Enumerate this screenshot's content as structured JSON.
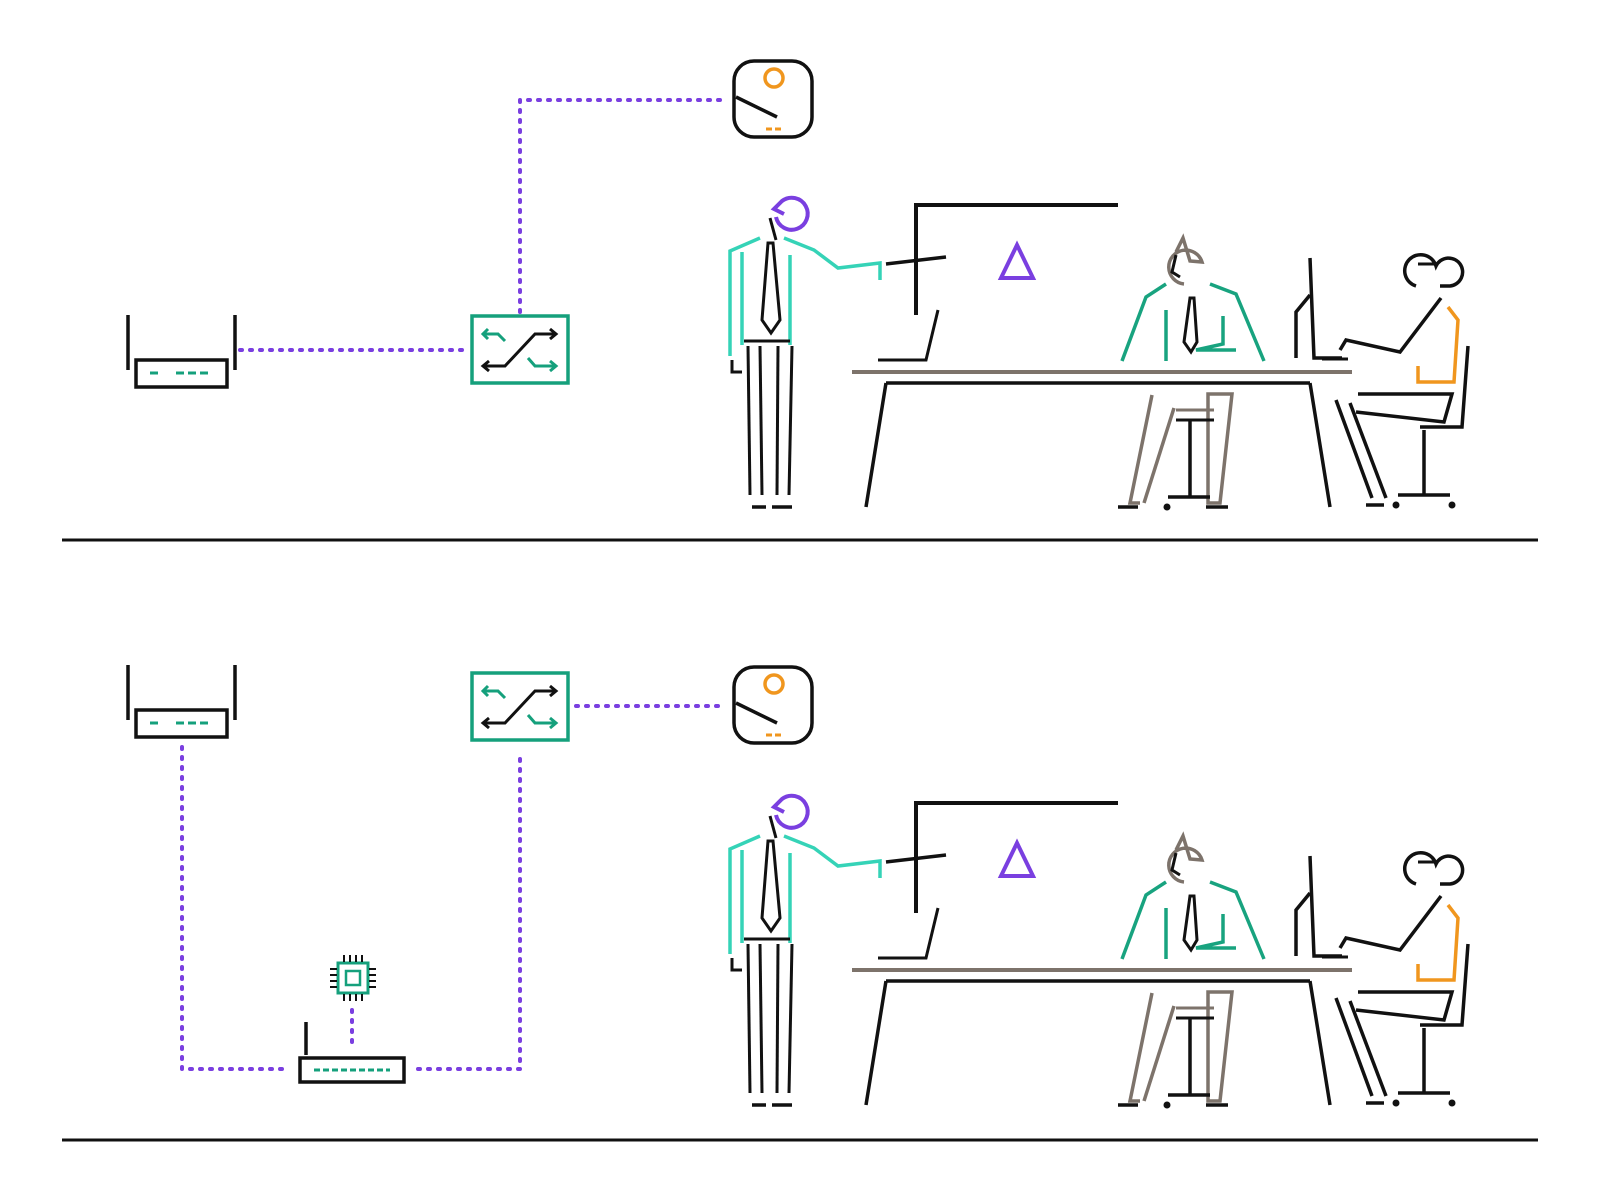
{
  "colors": {
    "line": "#111111",
    "link": "#7a3fe0",
    "switch": "#15a07c",
    "teal": "#35d3b7",
    "green": "#18a37f",
    "purple": "#7a3fe0",
    "orange": "#f0961e",
    "taupe": "#7d736b"
  },
  "icons": {
    "router": "wifi-router-icon",
    "switch": "network-switch-icon",
    "camera": "security-camera-icon",
    "chip": "processor-chip-icon",
    "extender": "network-extender-icon"
  },
  "panels": [
    {
      "name": "direct-connection",
      "devices": [
        "wifi-router",
        "network-switch",
        "security-camera"
      ],
      "links": [
        [
          "wifi-router",
          "network-switch"
        ],
        [
          "network-switch",
          "security-camera"
        ]
      ]
    },
    {
      "name": "extended-connection",
      "devices": [
        "wifi-router",
        "network-extender",
        "processor-chip",
        "network-switch",
        "security-camera"
      ],
      "links": [
        [
          "wifi-router",
          "network-extender"
        ],
        [
          "processor-chip",
          "network-extender"
        ],
        [
          "network-extender",
          "network-switch"
        ],
        [
          "network-switch",
          "security-camera"
        ]
      ]
    }
  ],
  "office_scene": {
    "people": [
      "presenter",
      "seated-man",
      "seated-woman"
    ],
    "screen_symbol": "triangle-icon"
  }
}
